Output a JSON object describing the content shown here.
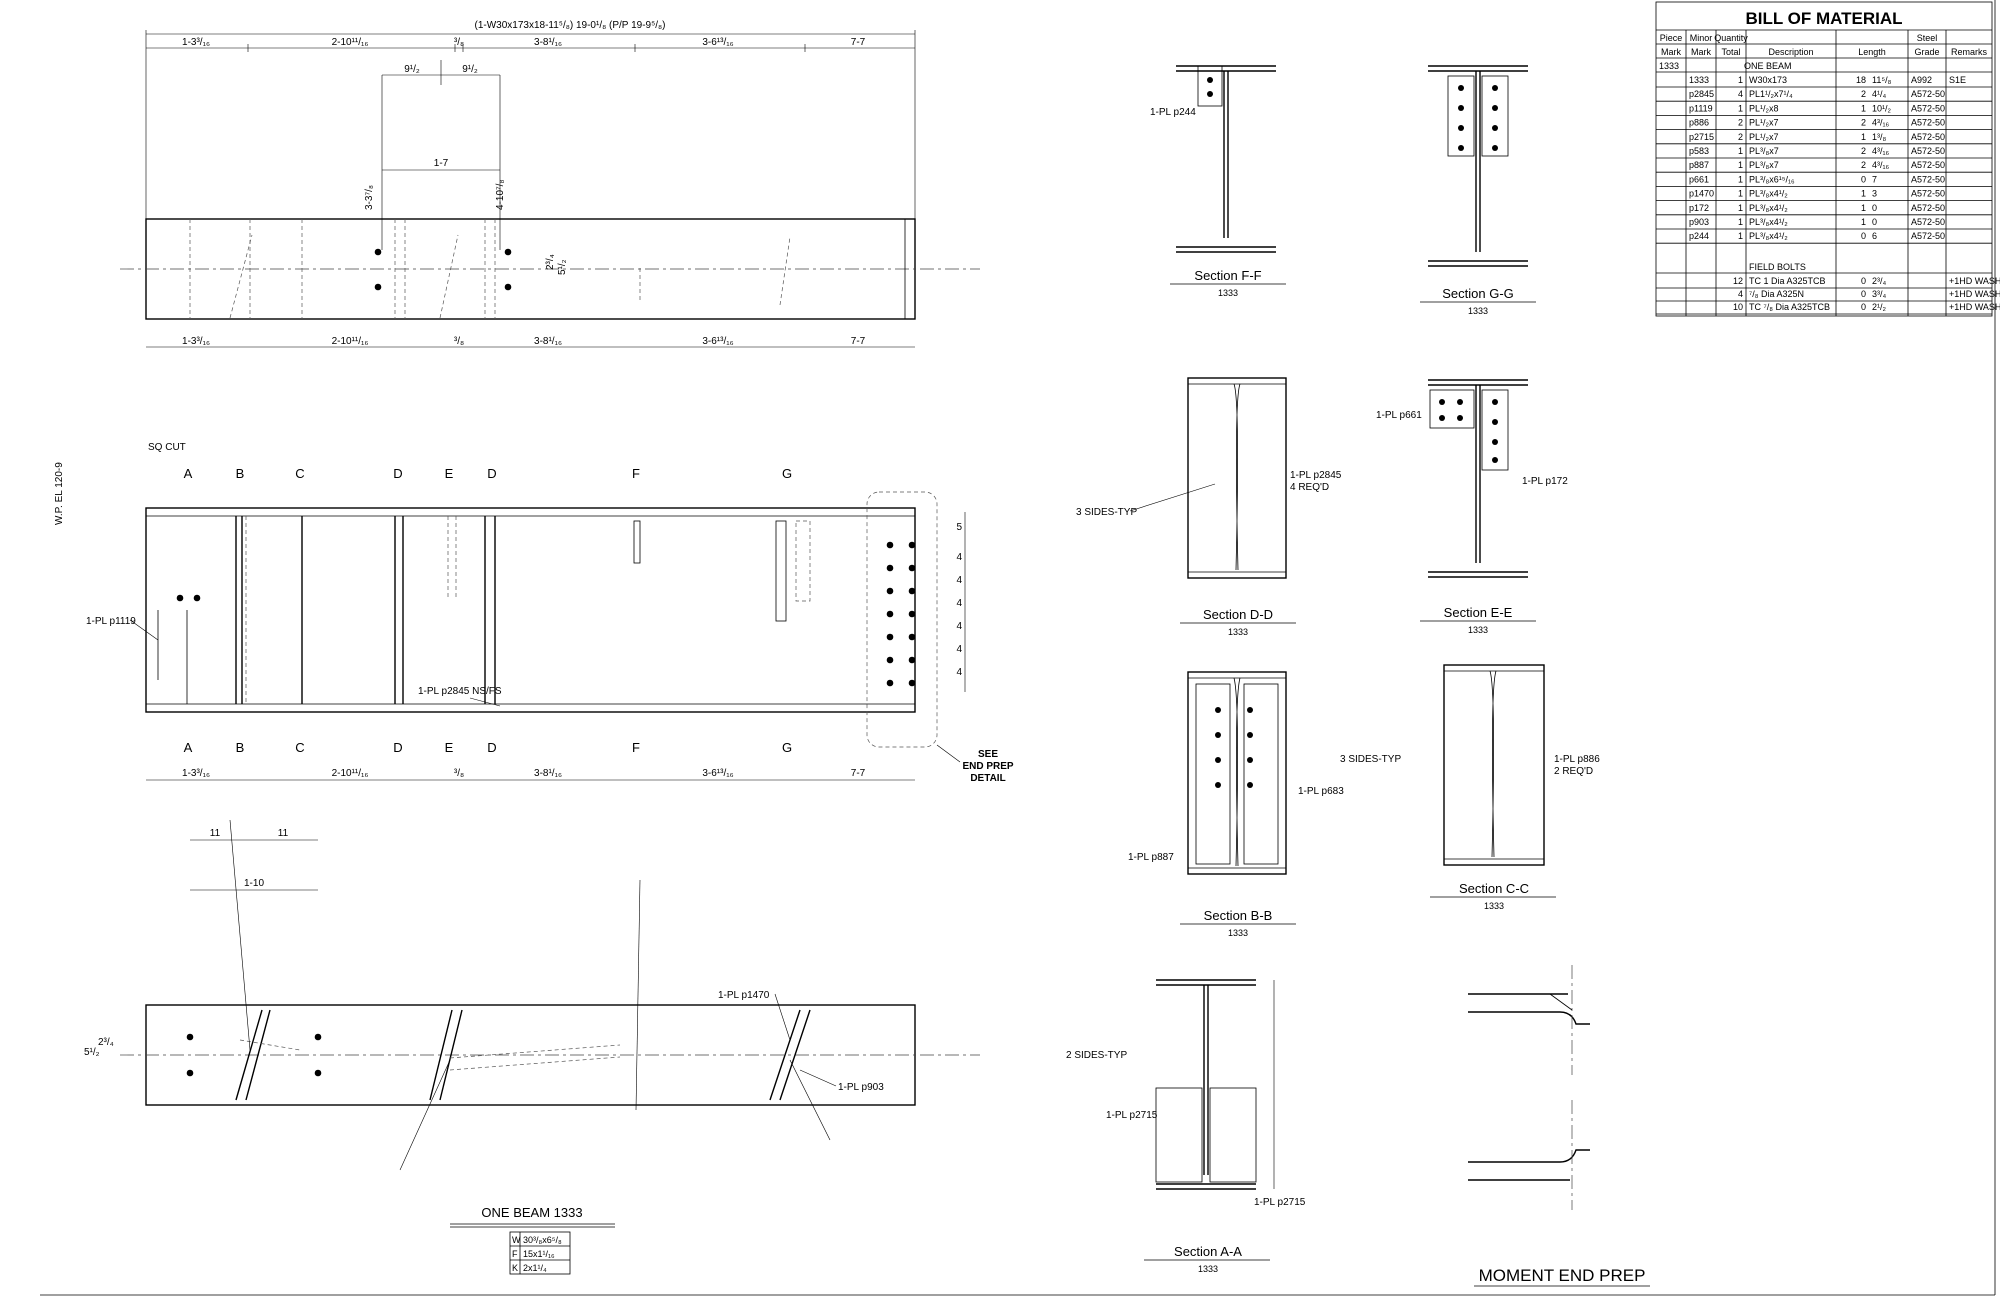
{
  "drawing": {
    "header_dim": "(1-W30x173x18-11⁵/₈) 19-0¹/₈ (P/P 19-9⁵/₈)",
    "elevation_note": "W.P. EL 120-9",
    "top_dims": [
      "1-3³/₁₆",
      "2-10¹¹/₁₆",
      "³/₈",
      "3-8¹/₁₆",
      "3-6¹³/₁₆",
      "7-7"
    ],
    "section_letters": [
      "A",
      "B",
      "C",
      "D",
      "E",
      "D",
      "F",
      "G"
    ],
    "notes": {
      "sq_cut": "SQ CUT",
      "pl_p1119": "1-PL p1119",
      "pl_p2845_nsfs": "1-PL p2845 NS/FS",
      "see_end_prep": "SEE",
      "end_prep_2": "END PREP",
      "end_prep_3": "DETAIL",
      "pl_p1470": "1-PL p1470",
      "pl_p903": "1-PL p903"
    },
    "beam_title": "ONE BEAM 1333",
    "beam_props": [
      {
        "k": "W",
        "v": "30³/₈x6⁵/₈"
      },
      {
        "k": "F",
        "v": "15x1¹/₁₆"
      },
      {
        "k": "K",
        "v": "2x1¹/₄"
      }
    ],
    "sections": {
      "ff": {
        "title": "Section F-F",
        "mark": "1333",
        "note": "1-PL p244"
      },
      "gg": {
        "title": "Section G-G",
        "mark": "1333"
      },
      "dd": {
        "title": "Section D-D",
        "mark": "1333",
        "note1": "1-PL p2845",
        "note2": "4 REQ'D",
        "weld": "3 SIDES-TYP"
      },
      "ee": {
        "title": "Section E-E",
        "mark": "1333",
        "note1": "1-PL p661",
        "note2": "1-PL p172"
      },
      "bb": {
        "title": "Section B-B",
        "mark": "1333",
        "note1": "1-PL p683",
        "note2": "1-PL p887"
      },
      "cc": {
        "title": "Section C-C",
        "mark": "1333",
        "note1": "1-PL p886",
        "note2": "2 REQ'D",
        "weld": "3 SIDES-TYP"
      },
      "aa": {
        "title": "Section A-A",
        "mark": "1333",
        "note1": "1-PL p2715",
        "note2": "1-PL p2715",
        "weld": "2 SIDES-TYP"
      }
    },
    "moment_end_prep": "MOMENT END PREP"
  },
  "bom": {
    "title": "BILL OF MATERIAL",
    "header1": [
      "Piece",
      "Minor",
      "Quantity",
      "",
      "",
      "Steel",
      ""
    ],
    "header2": [
      "Mark",
      "Mark",
      "Total",
      "Description",
      "Length",
      "Grade",
      "Remarks"
    ],
    "group_mark": "1333",
    "group_desc": "ONE BEAM",
    "rows": [
      {
        "minor": "1333",
        "qty": "1",
        "desc": "W30x173",
        "ft": "18",
        "in": "11⁵/₈",
        "grade": "A992",
        "rem": "S1E"
      },
      {
        "minor": "p2845",
        "qty": "4",
        "desc": "PL1¹/₂x7¹/₄",
        "ft": "2",
        "in": "4¹/₄",
        "grade": "A572-50",
        "rem": ""
      },
      {
        "minor": "p1119",
        "qty": "1",
        "desc": "PL¹/₂x8",
        "ft": "1",
        "in": "10¹/₂",
        "grade": "A572-50",
        "rem": ""
      },
      {
        "minor": "p886",
        "qty": "2",
        "desc": "PL¹/₂x7",
        "ft": "2",
        "in": "4³/₁₆",
        "grade": "A572-50",
        "rem": ""
      },
      {
        "minor": "p2715",
        "qty": "2",
        "desc": "PL¹/₂x7",
        "ft": "1",
        "in": "1³/₈",
        "grade": "A572-50",
        "rem": ""
      },
      {
        "minor": "p583",
        "qty": "1",
        "desc": "PL³/₈x7",
        "ft": "2",
        "in": "4³/₁₆",
        "grade": "A572-50",
        "rem": ""
      },
      {
        "minor": "p887",
        "qty": "1",
        "desc": "PL³/₈x7",
        "ft": "2",
        "in": "4³/₁₆",
        "grade": "A572-50",
        "rem": ""
      },
      {
        "minor": "p661",
        "qty": "1",
        "desc": "PL³/₈x6¹⁵/₁₆",
        "ft": "0",
        "in": "7",
        "grade": "A572-50",
        "rem": ""
      },
      {
        "minor": "p1470",
        "qty": "1",
        "desc": "PL³/₈x4¹/₂",
        "ft": "1",
        "in": "3",
        "grade": "A572-50",
        "rem": ""
      },
      {
        "minor": "p172",
        "qty": "1",
        "desc": "PL³/₈x4¹/₂",
        "ft": "1",
        "in": "0",
        "grade": "A572-50",
        "rem": ""
      },
      {
        "minor": "p903",
        "qty": "1",
        "desc": "PL³/₈x4¹/₂",
        "ft": "1",
        "in": "0",
        "grade": "A572-50",
        "rem": ""
      },
      {
        "minor": "p244",
        "qty": "1",
        "desc": "PL³/₈x4¹/₂",
        "ft": "0",
        "in": "6",
        "grade": "A572-50",
        "rem": ""
      }
    ],
    "field_bolts_label": "FIELD BOLTS",
    "bolts": [
      {
        "qty": "12",
        "desc": "TC 1 Dia A325TCB",
        "ft": "0",
        "in": "2³/₄",
        "rem": "+1HD WASH"
      },
      {
        "qty": "4",
        "desc": "⁷/₈ Dia A325N",
        "ft": "0",
        "in": "3³/₄",
        "rem": "+1HD WASH"
      },
      {
        "qty": "10",
        "desc": "TC ⁷/₈ Dia A325TCB",
        "ft": "0",
        "in": "2¹/₂",
        "rem": "+1HD WASH"
      }
    ]
  }
}
